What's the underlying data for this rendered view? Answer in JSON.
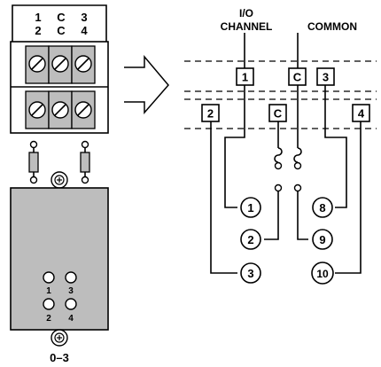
{
  "module": {
    "top_labels": [
      {
        "top": "1",
        "bottom": "2"
      },
      {
        "top": "C",
        "bottom": "C"
      },
      {
        "top": "3",
        "bottom": "4"
      }
    ],
    "leds": [
      {
        "top": "1",
        "bottom": "3"
      },
      {
        "top": "2",
        "bottom": "4"
      }
    ],
    "bottom_label": "0–3"
  },
  "headers": {
    "io_line1": "I/O",
    "io_line2": "CHANNEL",
    "common": "COMMON"
  },
  "terminals": {
    "upper": [
      "1",
      "C",
      "3"
    ],
    "lower": [
      "2",
      "C",
      "4"
    ]
  },
  "pins": {
    "left": [
      "1",
      "2",
      "3"
    ],
    "right": [
      "8",
      "9",
      "10"
    ]
  }
}
